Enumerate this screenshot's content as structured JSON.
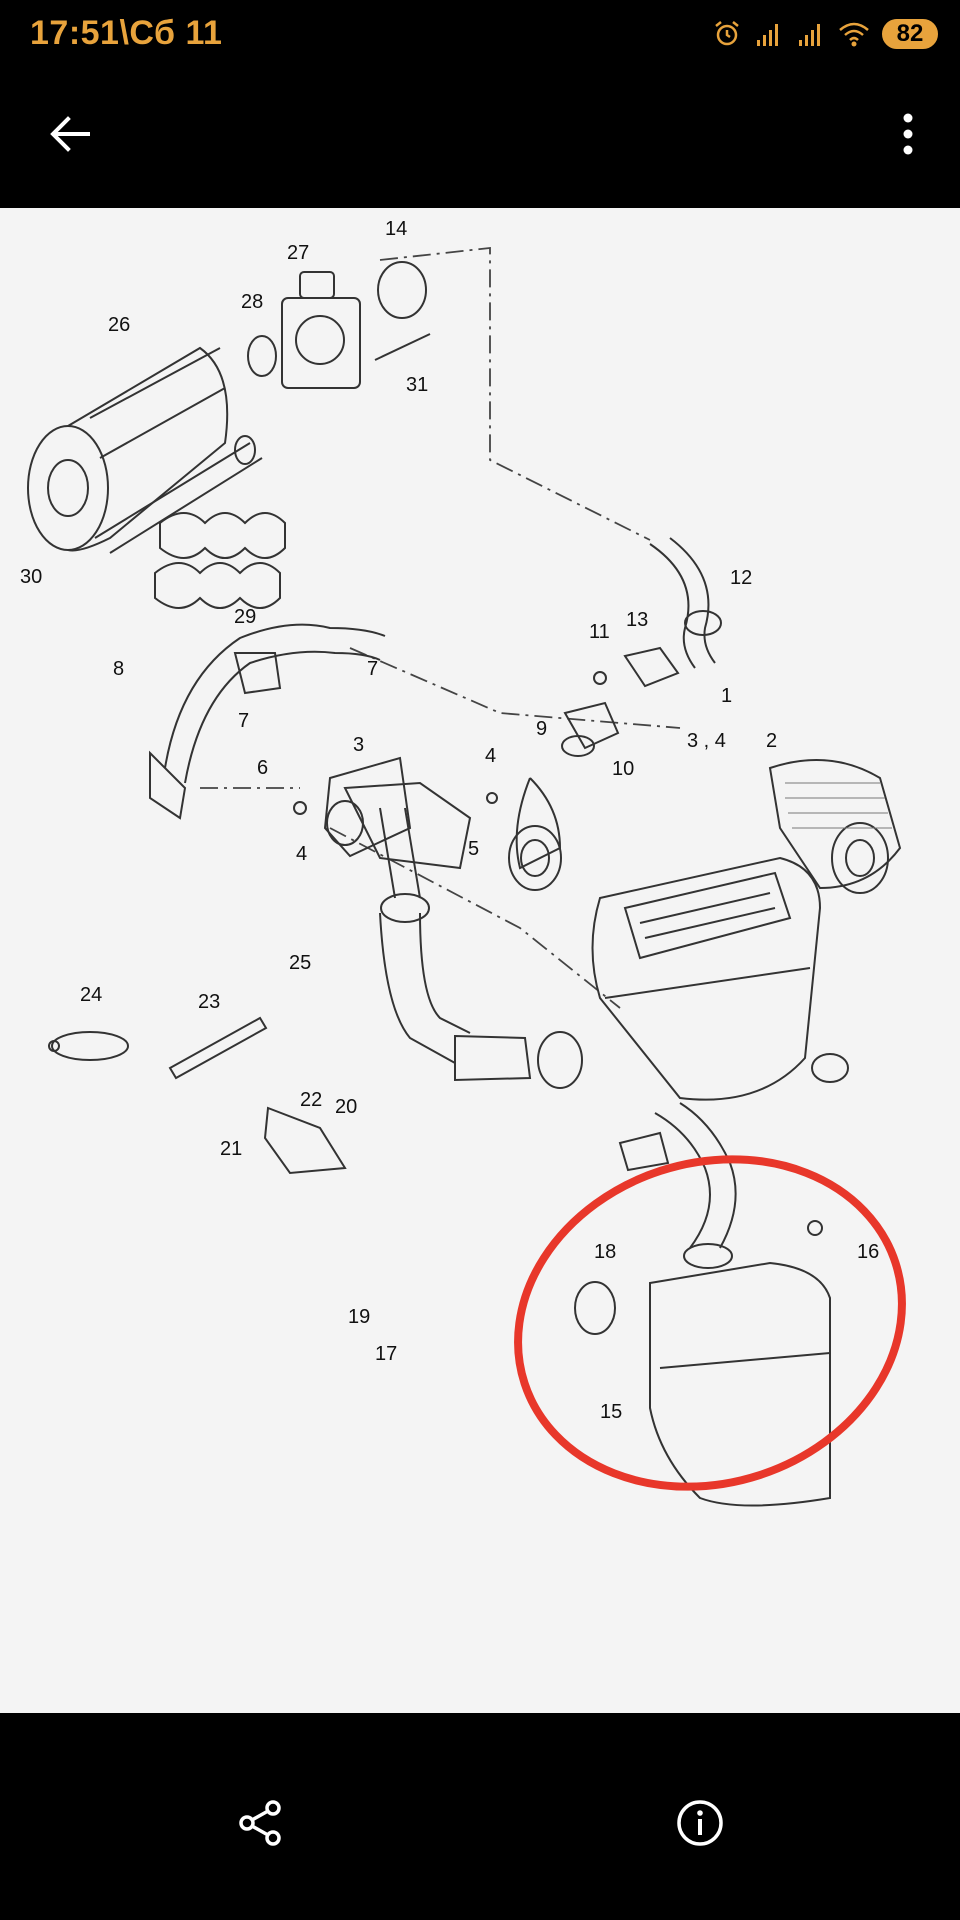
{
  "status_bar": {
    "time": "17:51\\Сб 11",
    "battery": "82",
    "icons": [
      "alarm-icon",
      "signal-icon",
      "signal-icon",
      "wifi-icon",
      "battery-icon"
    ],
    "accent_color": "#e8a33c"
  },
  "app_bar": {
    "icons": [
      "arrow-left-icon",
      "more-vertical-icon"
    ]
  },
  "diagram": {
    "callouts": [
      "14",
      "27",
      "28",
      "26",
      "31",
      "30",
      "29",
      "12",
      "11",
      "13",
      "8",
      "7",
      "7",
      "6",
      "3",
      "9",
      "1",
      "3 , 4",
      "2",
      "4",
      "10",
      "5",
      "4",
      "25",
      "24",
      "23",
      "22",
      "20",
      "21",
      "18",
      "16",
      "19",
      "17",
      "15"
    ],
    "highlight_color": "#e8372a"
  },
  "bottom_bar": {
    "icons": [
      "share-icon",
      "info-icon"
    ]
  }
}
